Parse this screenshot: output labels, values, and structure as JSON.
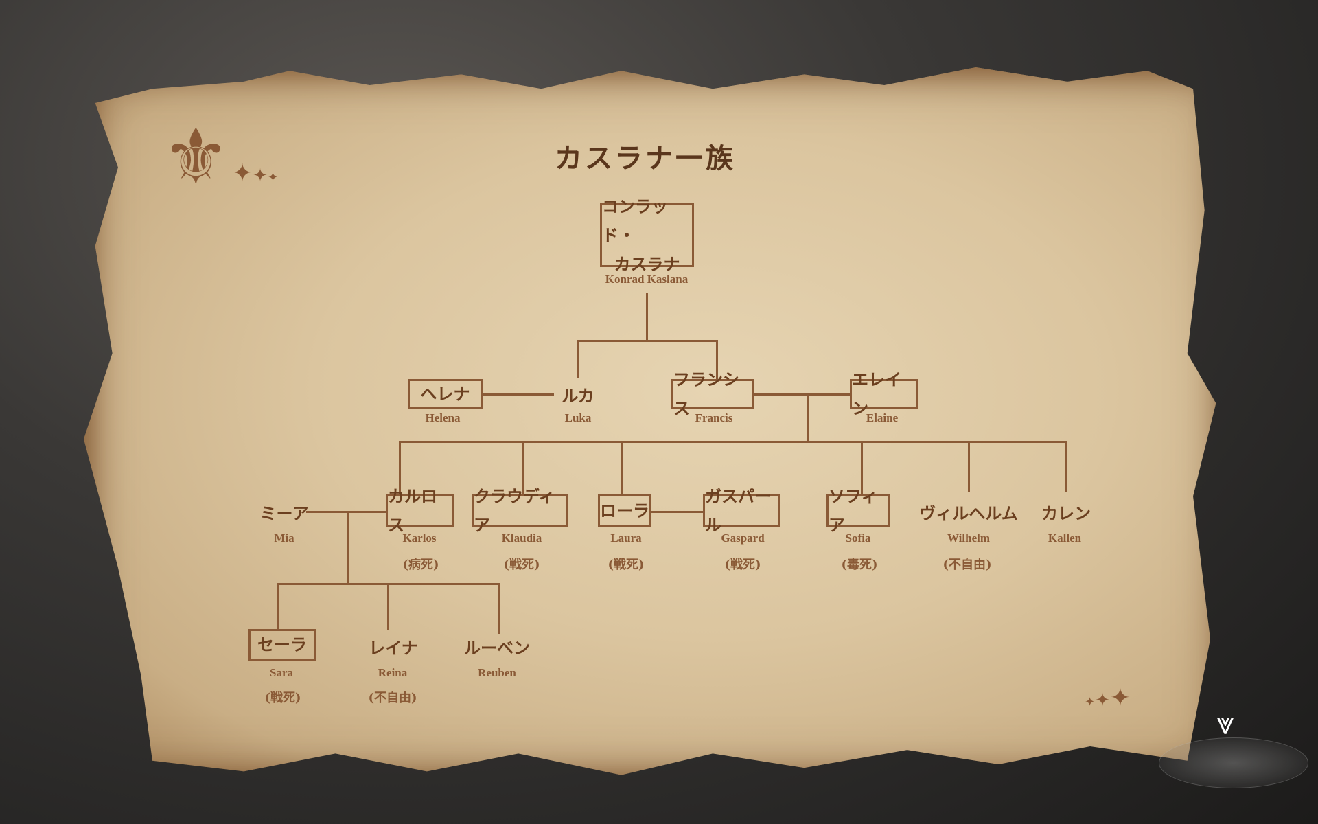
{
  "title": "カスラナ一族",
  "root": {
    "jp_line1": "コンラッド・",
    "jp_line2": "カスラナ",
    "en": "Konrad Kaslana"
  },
  "gen2": [
    {
      "jp": "ヘレナ",
      "en": "Helena"
    },
    {
      "jp": "ルカ",
      "en": "Luka"
    },
    {
      "jp": "フランシス",
      "en": "Francis"
    },
    {
      "jp": "エレイン",
      "en": "Elaine"
    }
  ],
  "gen3": [
    {
      "jp": "ミーア",
      "en": "Mia"
    },
    {
      "jp": "カルロス",
      "en": "Karlos",
      "note": "(病死)"
    },
    {
      "jp": "クラウディア",
      "en": "Klaudia",
      "note": "(戦死)"
    },
    {
      "jp": "ローラ",
      "en": "Laura",
      "note": "(戦死)"
    },
    {
      "jp": "ガスパール",
      "en": "Gaspard",
      "note": "(戦死)"
    },
    {
      "jp": "ソフィア",
      "en": "Sofia",
      "note": "(毒死)"
    },
    {
      "jp": "ヴィルヘルム",
      "en": "Wilhelm",
      "note": "(不自由)"
    },
    {
      "jp": "カレン",
      "en": "Kallen"
    }
  ],
  "gen4": [
    {
      "jp": "セーラ",
      "en": "Sara",
      "note": "(戦死)"
    },
    {
      "jp": "レイナ",
      "en": "Reina",
      "note": "(不自由)"
    },
    {
      "jp": "ルーベン",
      "en": "Reuben"
    }
  ]
}
